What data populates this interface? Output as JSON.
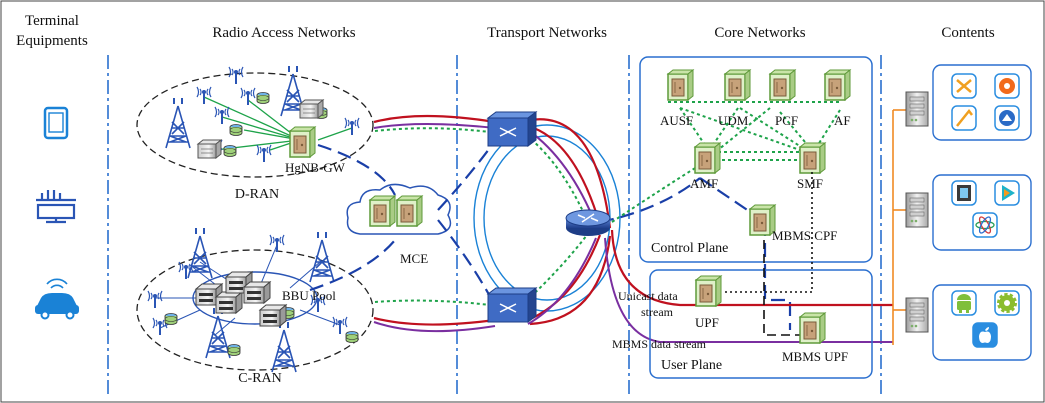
{
  "columns": {
    "terminal": [
      "Terminal",
      "Equipments"
    ],
    "ran": "Radio Access Networks",
    "transport": "Transport Networks",
    "core": "Core Networks",
    "contents": "Contents"
  },
  "ran": {
    "d_ran": "D-RAN",
    "c_ran": "C-RAN",
    "hgnb_gw": "HgNB-GW",
    "bbu_pool": "BBU Pool",
    "mce": "MCE"
  },
  "core": {
    "ausf": "AUSF",
    "udm": "UDM",
    "pcf": "PCF",
    "af": "AF",
    "amf": "AMF",
    "smf": "SMF",
    "mbms_cpf": "MBMS CPF",
    "control_plane": "Control Plane",
    "upf": "UPF",
    "mbms_upf": "MBMS UPF",
    "user_plane": "User Plane"
  },
  "streams": {
    "unicast": [
      "Unicast data",
      "stream"
    ],
    "mbms": "MBMS data stream"
  },
  "colors": {
    "dashed_separator": "#2a6fcf",
    "box_border": "#2a6fcf",
    "red_link": "#c0111f",
    "purple_link": "#7a2fa0",
    "blue_link": "#1a3fa8",
    "green_link": "#1ea34a",
    "orange_link": "#f08a24",
    "app_tile": "#2a8de0",
    "server_green": "#7cae6a"
  },
  "icons": {
    "terminals": [
      "tablet-icon",
      "smart-meter-icon",
      "connected-car-icon"
    ],
    "apps_group1": [
      "x-app-icon",
      "orange-app-icon",
      "flag-app-icon",
      "cloud-app-icon"
    ],
    "apps_group2": [
      "film-app-icon",
      "video-app-icon",
      "atom-app-icon"
    ],
    "apps_group3": [
      "android-icon",
      "gear-app-icon",
      "apple-icon"
    ]
  }
}
